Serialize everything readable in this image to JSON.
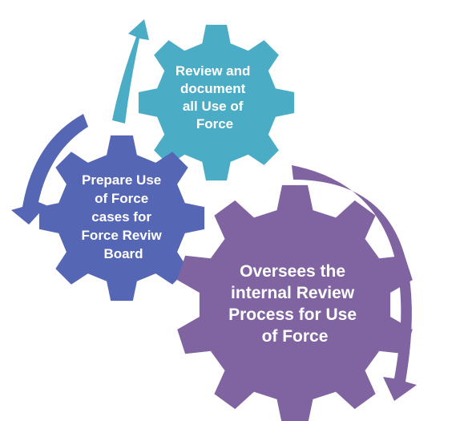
{
  "gears": [
    {
      "id": "small-gear",
      "color": "#4BACC6",
      "lines": [
        "Review and",
        "document",
        "all Use of",
        "Force"
      ]
    },
    {
      "id": "medium-gear",
      "color": "#5566B5",
      "lines": [
        "Prepare Use",
        "of Force",
        "cases for",
        "Force Reviw",
        "Board"
      ]
    },
    {
      "id": "large-gear",
      "color": "#8064A2",
      "lines": [
        "Oversees the",
        "internal Review",
        "Process for Use",
        "of Force"
      ]
    }
  ],
  "arrows": [
    {
      "id": "teal-arrow",
      "color": "#4BACC6"
    },
    {
      "id": "blue-arrow",
      "color": "#5566B5"
    },
    {
      "id": "purple-arrow",
      "color": "#8064A2"
    }
  ]
}
